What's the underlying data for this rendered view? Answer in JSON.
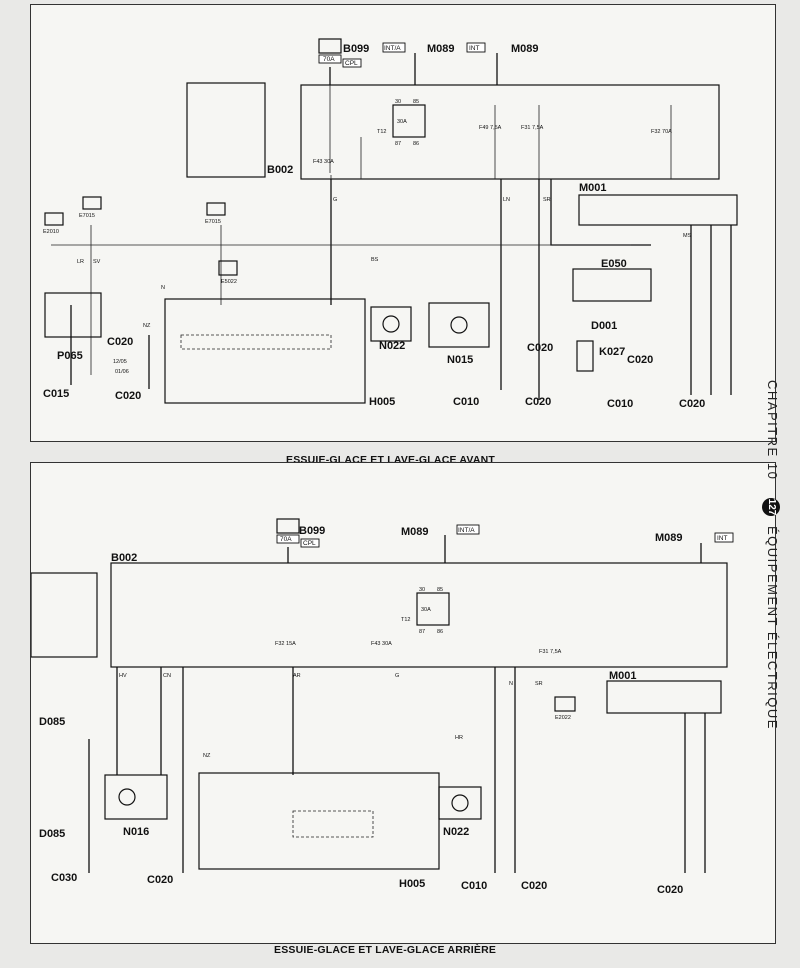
{
  "sidebar": {
    "chapter": "CHAPITRE 10",
    "page_number": "127",
    "section": "ÉQUIPEMENT ÉLECTRIQUE"
  },
  "captions": {
    "top": "ESSUIE-GLACE ET LAVE-GLACE AVANT",
    "bottom": "ESSUIE-GLACE ET LAVE-GLACE ARRIÈRE"
  },
  "top": {
    "components": {
      "b099": "B099",
      "m089a": "M089",
      "m089b": "M089",
      "b002": "B002",
      "m001": "M001",
      "e050": "E050",
      "p065": "P065",
      "n022": "N022",
      "n015": "N015",
      "h005": "H005",
      "d001": "D001",
      "k027": "K027",
      "c015": "C015",
      "c020a": "C020",
      "c020b": "C020",
      "c020c": "C020",
      "c020d": "C020",
      "c020e": "C020",
      "c020f": "C020",
      "c010a": "C010",
      "c010b": "C010",
      "e2010": "E2010",
      "e7015a": "E7015",
      "e7015b": "E7015",
      "e5022": "E5022"
    },
    "small": {
      "fuse_70a": "70A",
      "cpl": "CPL",
      "int_a": "INT/A",
      "int": "INT",
      "f43": "F43 30A",
      "f49": "F49 7,5A",
      "f31": "F31 7,5A",
      "f32": "F32 70A",
      "relay": "T12",
      "relay_30": "30",
      "relay_85": "85",
      "relay_87": "87",
      "relay_86": "86",
      "relay_amp": "30A",
      "d_12_05": "12/05",
      "d_01_06": "01/06",
      "wire_lr": "LR",
      "wire_sv": "SV",
      "wire_nz": "NZ",
      "wire_ln": "LN",
      "wire_sr": "SR",
      "wire_g": "G",
      "wire_n": "N",
      "wire_bs": "BS",
      "wire_ms": "MS"
    }
  },
  "bottom": {
    "components": {
      "b099": "B099",
      "m089a": "M089",
      "m089b": "M089",
      "b002": "B002",
      "m001": "M001",
      "d085a": "D085",
      "d085b": "D085",
      "n016": "N016",
      "n022": "N022",
      "h005": "H005",
      "c030": "C030",
      "c020a": "C020",
      "c020b": "C020",
      "c020c": "C020",
      "c010": "C010",
      "e2022": "E2022"
    },
    "small": {
      "fuse_70a": "70A",
      "cpl": "CPL",
      "int_a": "INT/A",
      "int": "INT",
      "f32": "F32 15A",
      "f43": "F43 30A",
      "f31": "F31 7,5A",
      "relay": "T12",
      "relay_30": "30",
      "relay_85": "85",
      "relay_87": "87",
      "relay_86": "86",
      "relay_amp": "30A",
      "wire_hv": "HV",
      "wire_cn": "CN",
      "wire_ar": "AR",
      "wire_nz": "NZ",
      "wire_hr": "HR",
      "wire_sr": "SR",
      "wire_g": "G",
      "wire_n": "N"
    }
  }
}
